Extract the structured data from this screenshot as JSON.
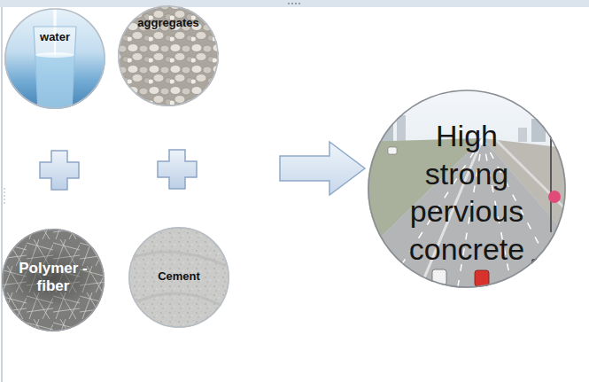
{
  "diagram": {
    "nodes": [
      {
        "text": [
          "water"
        ]
      },
      {
        "text": [
          "aggregates"
        ]
      },
      {
        "text": [
          "Polymer -fiber"
        ]
      },
      {
        "text": [
          "Cement"
        ]
      },
      {
        "text": [
          "High strong pervious concrete"
        ]
      }
    ]
  }
}
